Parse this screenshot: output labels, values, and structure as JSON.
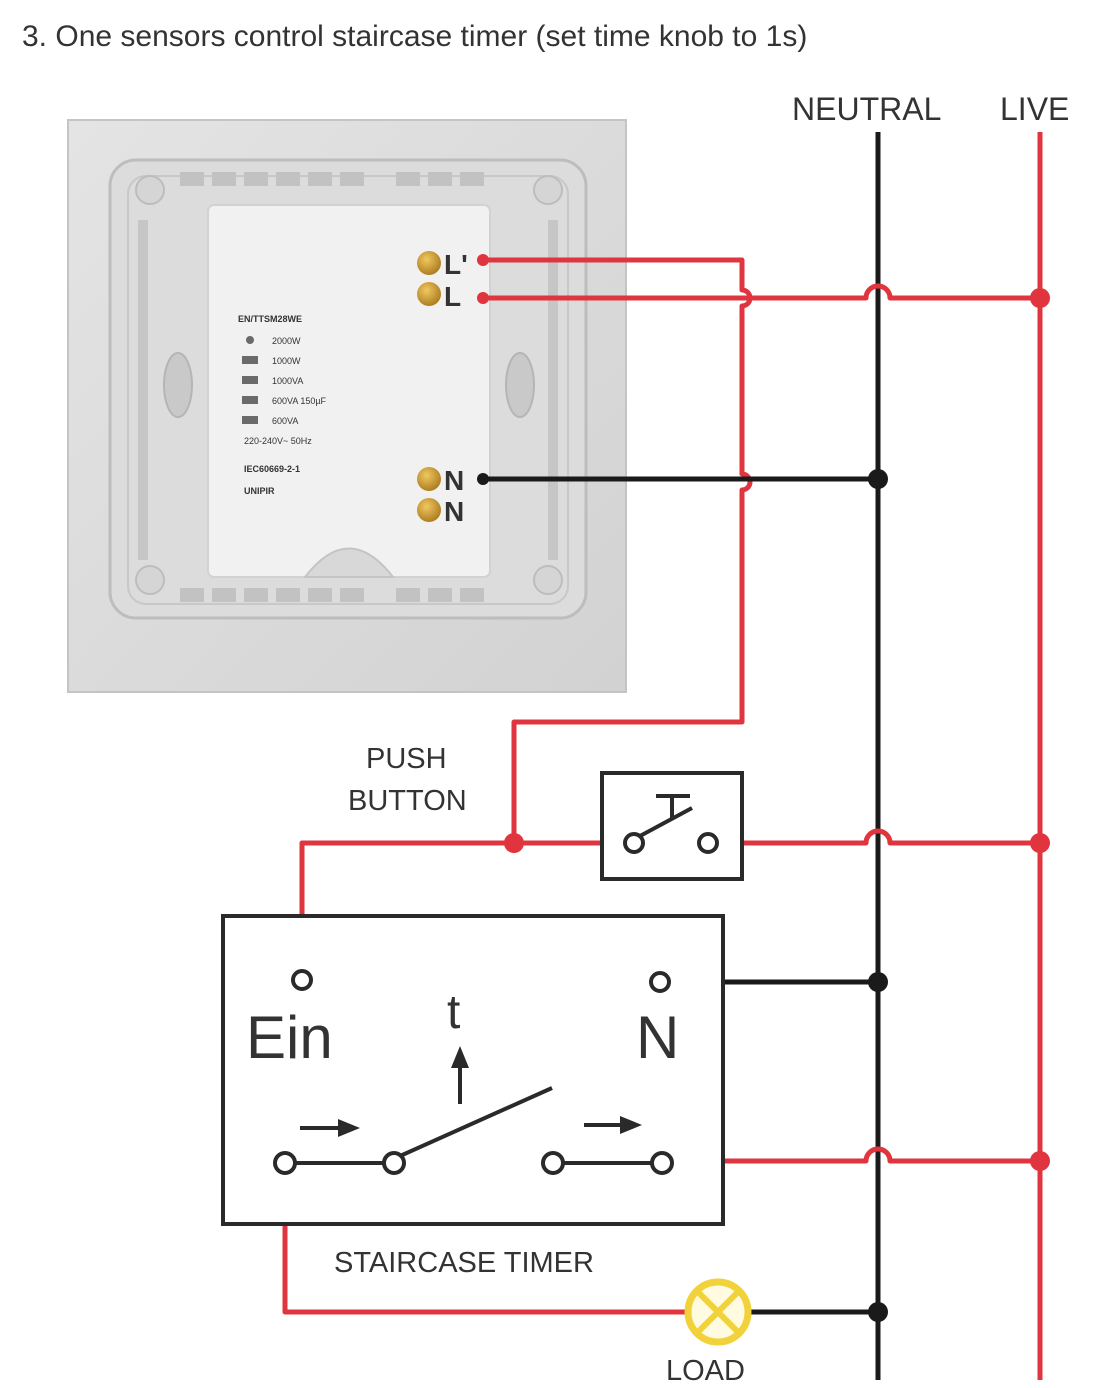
{
  "title": "3. One sensors control staircase timer (set time knob to 1s)",
  "rails": {
    "neutral": "NEUTRAL",
    "live": "LIVE"
  },
  "sensor": {
    "terminals": {
      "l_prime": "L'",
      "l": "L",
      "n1": "N",
      "n2": "N"
    },
    "spec_lines": [
      "EN/TTSM28WE",
      "2000W",
      "1000W",
      "1000VA",
      "600VA 150µF",
      "600VA",
      "220-240V~ 50Hz",
      "IEC60669-2-1",
      "UNIPIR"
    ]
  },
  "push_button": {
    "label_line1": "PUSH",
    "label_line2": "BUTTON"
  },
  "timer": {
    "label": "STAIRCASE TIMER",
    "ein": "Ein",
    "n": "N",
    "t": "t"
  },
  "load": {
    "label": "LOAD"
  },
  "colors": {
    "live_wire": "#e0343f",
    "neutral_wire": "#1a1a1a",
    "lamp": "#f2d23a",
    "terminal": "#c9a030"
  }
}
